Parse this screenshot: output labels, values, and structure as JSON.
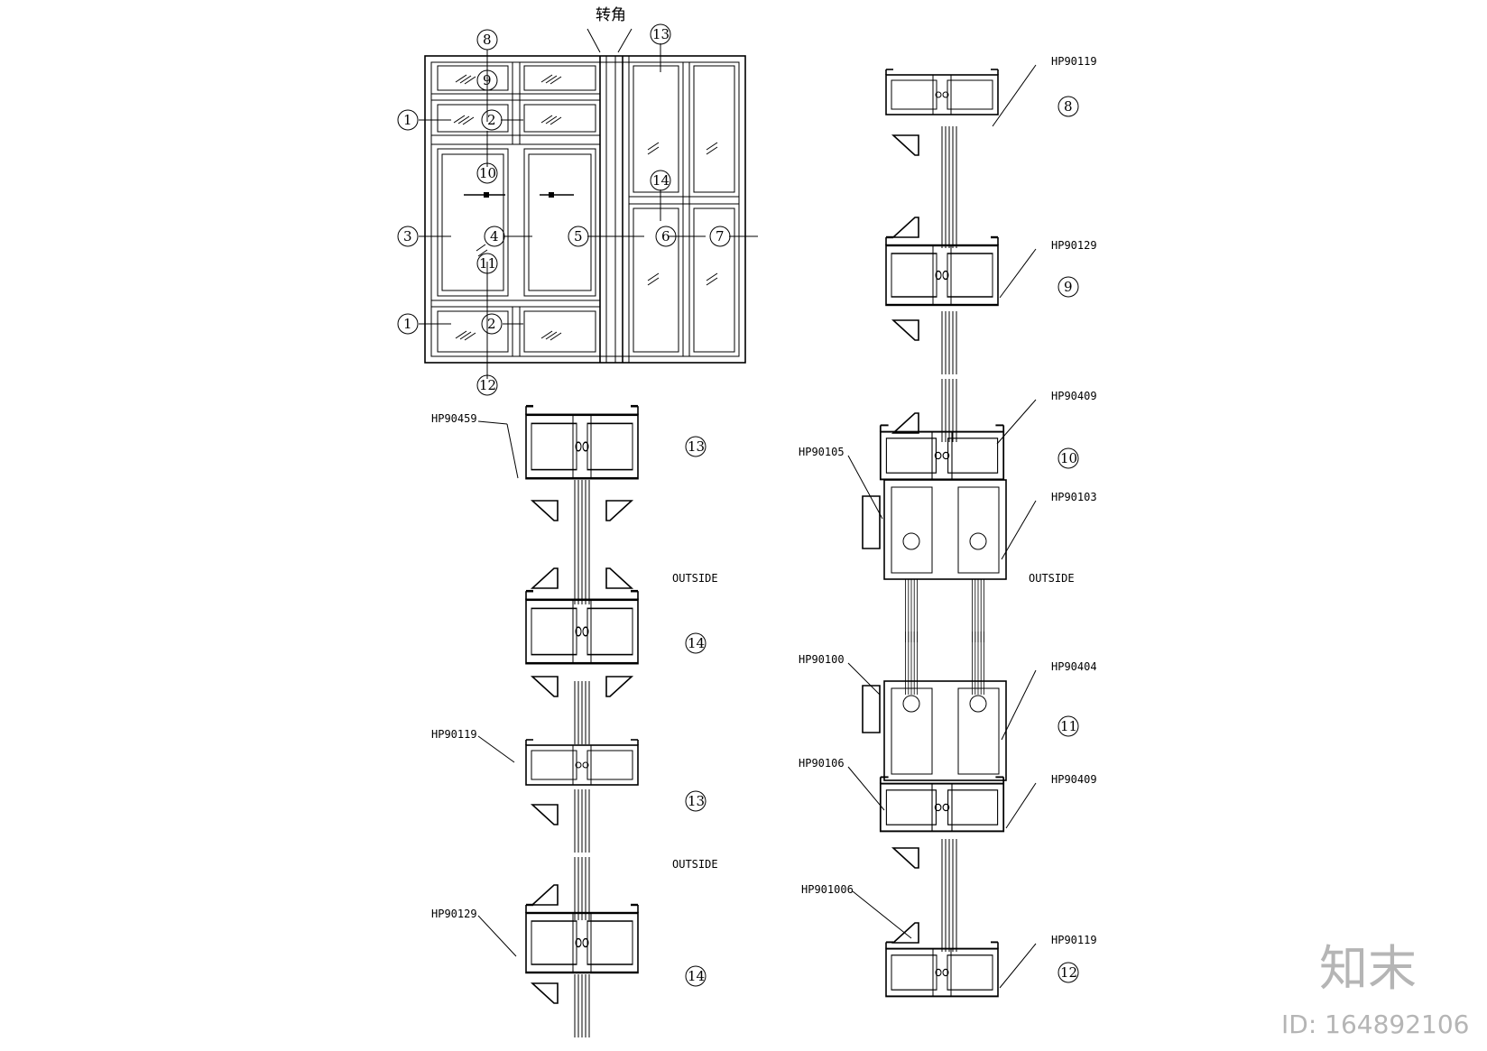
{
  "drawing": {
    "corner_label": "转角",
    "elevation_markers": [
      "1",
      "2",
      "3",
      "4",
      "5",
      "6",
      "7",
      "8",
      "9",
      "10",
      "11",
      "12",
      "13",
      "14"
    ],
    "sections_left": [
      {
        "id": "13a",
        "number": "13",
        "part": "HP90459"
      },
      {
        "id": "14a",
        "number": "14",
        "part": ""
      },
      {
        "id": "13b",
        "number": "13",
        "part": "HP90119"
      },
      {
        "id": "14b",
        "number": "14",
        "part": "HP90129"
      }
    ],
    "sections_right": [
      {
        "id": "8",
        "number": "8",
        "part": "HP90119"
      },
      {
        "id": "9",
        "number": "9",
        "part": "HP90129"
      },
      {
        "id": "10",
        "number": "10",
        "part": "HP90409"
      },
      {
        "id": "11",
        "number": "11",
        "part": "HP90404"
      },
      {
        "id": "12",
        "number": "12",
        "part": "HP90119"
      }
    ],
    "callouts": {
      "hp90105": "HP90105",
      "hp90103": "HP90103",
      "hp90100": "HP90100",
      "hp90106": "HP90106",
      "hp90409b": "HP90409",
      "hp901006": "HP901006"
    },
    "outside_labels": [
      "OUTSIDE",
      "OUTSIDE",
      "OUTSIDE"
    ]
  },
  "watermark": {
    "logo_text": "知末",
    "id_text": "ID: 164892106"
  }
}
